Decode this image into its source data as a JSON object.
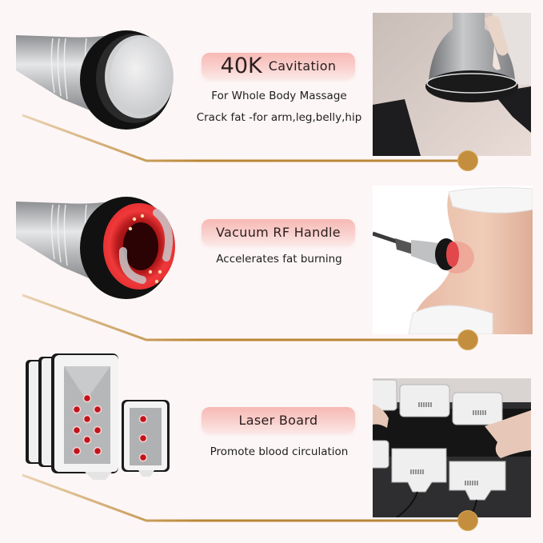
{
  "sections": [
    {
      "title_number": "40K",
      "title": "Cavitation",
      "lines": [
        "For Whole Body Massage",
        "Crack fat -for arm,leg,belly,hip"
      ],
      "device": "cavitation-handle",
      "photo": "cavitation-on-shoulder-photo"
    },
    {
      "title": "Vacuum RF Handle",
      "lines": [
        "Accelerates fat burning"
      ],
      "device": "vacuum-rf-handle",
      "photo": "rf-handle-on-waist-photo"
    },
    {
      "title": "Laser Board",
      "lines": [
        "Promote blood circulation"
      ],
      "device": "laser-pads",
      "photo": "laser-belt-on-waist-photo"
    }
  ],
  "colors": {
    "background": "#fdf6f6",
    "pill_top": "#f7b9b4",
    "pill_bottom": "#fbe7e5",
    "gold": "#c38f3e",
    "red_light": "#e8302f"
  }
}
